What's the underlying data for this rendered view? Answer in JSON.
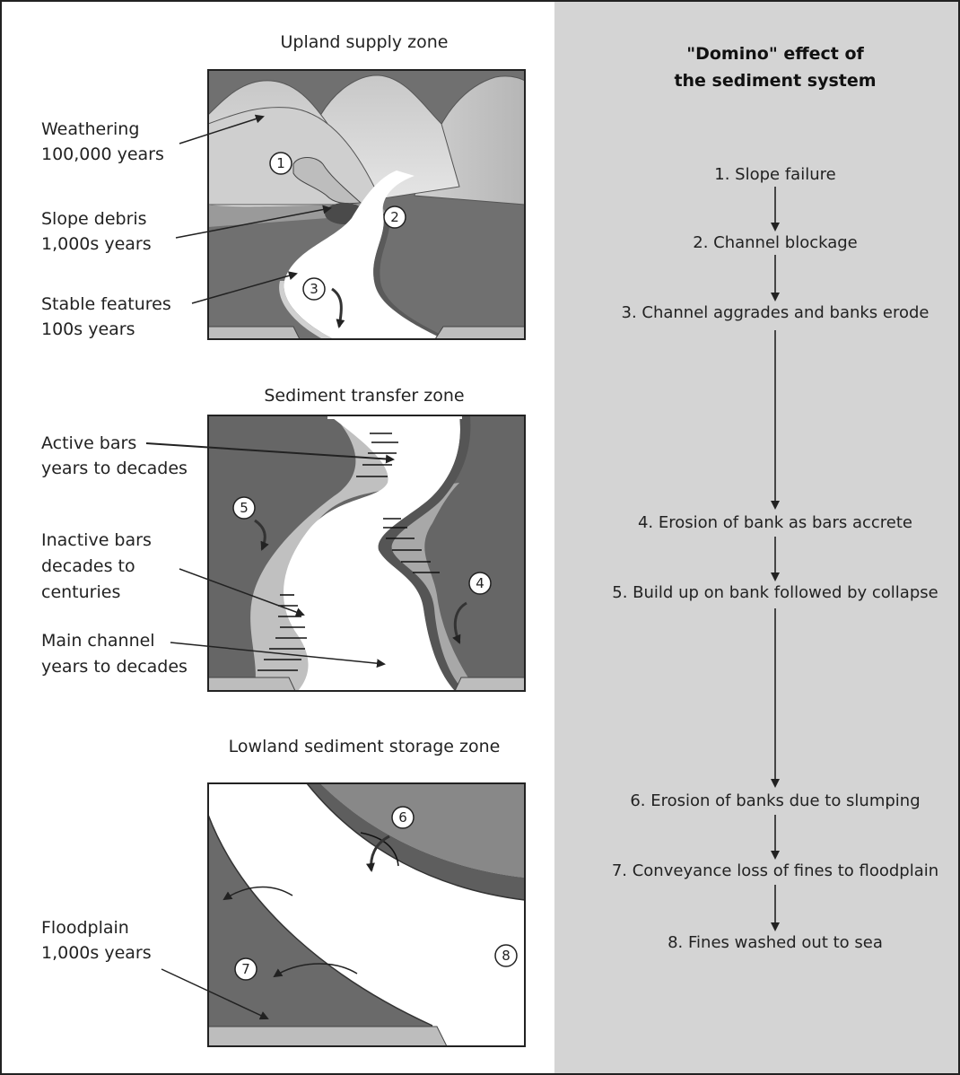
{
  "title": {
    "line1": "\"Domino\" effect of",
    "line2": "the sediment system"
  },
  "zones": {
    "upland": {
      "title": "Upland supply zone",
      "labels": [
        {
          "line1": "Weathering",
          "line2": "100,000 years"
        },
        {
          "line1": "Slope debris",
          "line2": "1,000s years"
        },
        {
          "line1": "Stable features",
          "line2": "100s years"
        }
      ]
    },
    "transfer": {
      "title": "Sediment transfer zone",
      "labels": [
        {
          "line1": "Active bars",
          "line2": "years to decades"
        },
        {
          "line1": "Inactive bars",
          "line2": "decades to",
          "line3": "centuries"
        },
        {
          "line1": "Main channel",
          "line2": "years to decades"
        }
      ]
    },
    "lowland": {
      "title": "Lowland sediment storage zone",
      "labels": [
        {
          "line1": "Floodplain",
          "line2": "1,000s years"
        }
      ]
    }
  },
  "markers": [
    "1",
    "2",
    "3",
    "4",
    "5",
    "6",
    "7",
    "8"
  ],
  "steps": [
    "1. Slope failure",
    "2. Channel blockage",
    "3. Channel aggrades and banks erode",
    "4. Erosion of bank as bars accrete",
    "5. Build up on bank followed by collapse",
    "6. Erosion of banks due to slumping",
    "7. Conveyance loss of fines to floodplain",
    "8. Fines washed out to sea"
  ],
  "colors": {
    "panel_right": "#d4d4d4",
    "dark_bank": "#666666",
    "mid_bank": "#8a8a8a",
    "light_bar": "#b8b8b8",
    "river": "#ffffff"
  }
}
